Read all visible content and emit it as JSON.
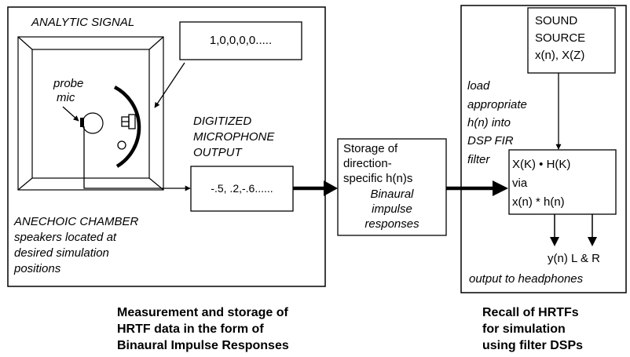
{
  "diagram": {
    "analytic_signal": "ANALYTIC SIGNAL",
    "impulse_input": "1,0,0,0,0.....",
    "probe_mic": [
      "probe",
      "mic"
    ],
    "digitized_output": [
      "DIGITIZED",
      "MICROPHONE",
      "OUTPUT"
    ],
    "digitized_values": "-.5, .2,-.6......",
    "anechoic": [
      "ANECHOIC CHAMBER",
      "speakers  located at",
      "desired simulation",
      "positions"
    ],
    "storage": [
      "Storage of",
      "direction-",
      "specific h(n)s"
    ],
    "binaural": [
      "Binaural",
      "impulse",
      "responses"
    ],
    "sound_source": [
      "SOUND",
      "SOURCE",
      "x(n), X(Z)"
    ],
    "load": [
      "load",
      "appropriate",
      "h(n) into",
      "DSP FIR",
      "filter"
    ],
    "convolution": [
      "X(K) • H(K)",
      "via",
      "x(n) * h(n)"
    ],
    "output_lr": "y(n) L & R",
    "output_headphones": "output to headphones"
  },
  "captions": {
    "left": [
      "Measurement and storage of",
      "HRTF data in the form of",
      "Binaural Impulse Responses"
    ],
    "right": [
      "Recall of HRTFs",
      "for simulation",
      "using filter DSPs"
    ]
  }
}
